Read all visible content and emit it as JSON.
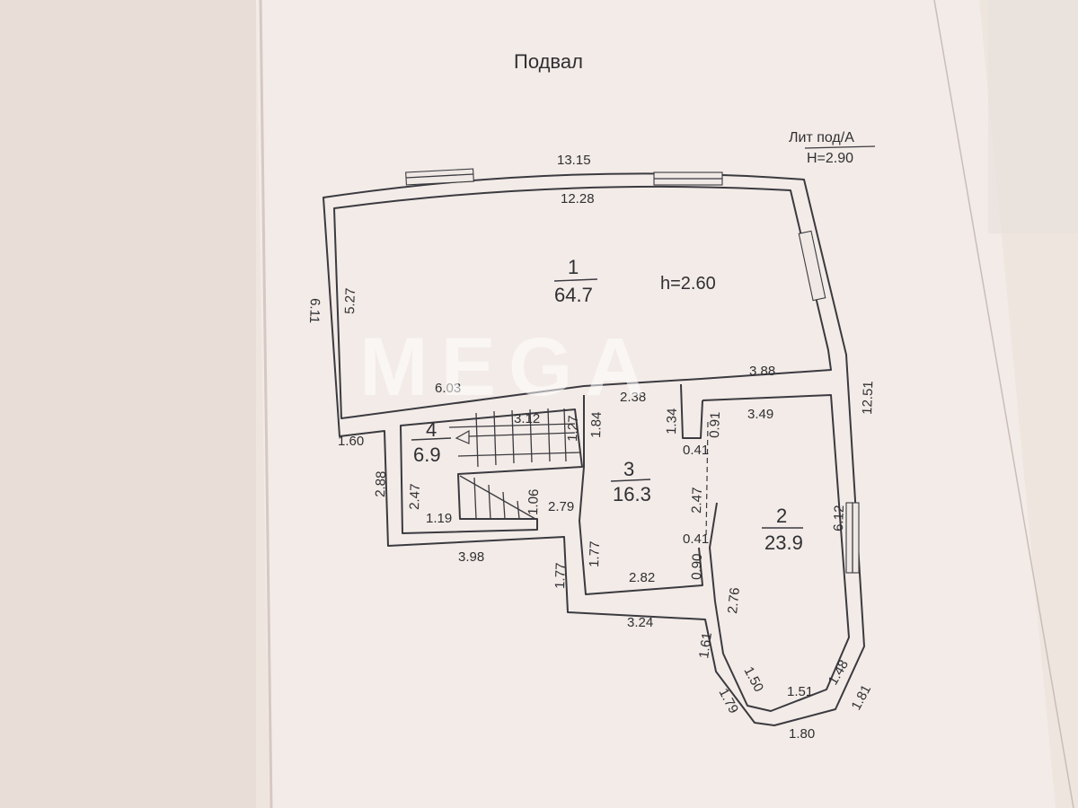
{
  "title": "Подвал",
  "litera": {
    "line1": "Лит под/А",
    "line2": "H=2.90"
  },
  "rooms": [
    {
      "number": "1",
      "area": "64.7",
      "height": "h=2.60"
    },
    {
      "number": "2",
      "area": "23.9"
    },
    {
      "number": "3",
      "area": "16.3"
    },
    {
      "number": "4",
      "area": "6.9"
    }
  ],
  "dimensions": {
    "top_outer": "13.15",
    "top_inner": "12.28",
    "left_outer": "6.11",
    "left_inner": "5.27",
    "room1_bottom_left": "6.03",
    "room1_bottom_right": "3.88",
    "corridor_top": "2.38",
    "right_outer": "12.51",
    "room2_top": "3.49",
    "room2_right": "6.12",
    "stair_run": "3.12",
    "stair_1_27": "1.27",
    "stair_1_84": "1.84",
    "dim_1_34": "1.34",
    "dim_0_91": "0.91",
    "dim_0_41_top": "0.41",
    "dim_2_47_right": "2.47",
    "dim_0_41_bottom": "0.41",
    "dim_0_90": "0.90",
    "left_step": "1.60",
    "left_lower": "2.88",
    "room4_left": "2.47",
    "room4_bottom": "1.19",
    "stair_1_06": "1.06",
    "room3_2_79": "2.79",
    "bottom_3_98": "3.98",
    "dim_1_77_outer": "1.77",
    "dim_1_77_inner": "1.77",
    "room3_bottom": "2.82",
    "bottom_3_24": "3.24",
    "room2_2_76": "2.76",
    "bay_1_61": "1.61",
    "bay_1_50": "1.50",
    "bay_1_51": "1.51",
    "bay_1_48": "1.48",
    "bay_1_79": "1.79",
    "bay_1_80": "1.80",
    "bay_1_81": "1.81"
  },
  "watermark": "MEGA"
}
